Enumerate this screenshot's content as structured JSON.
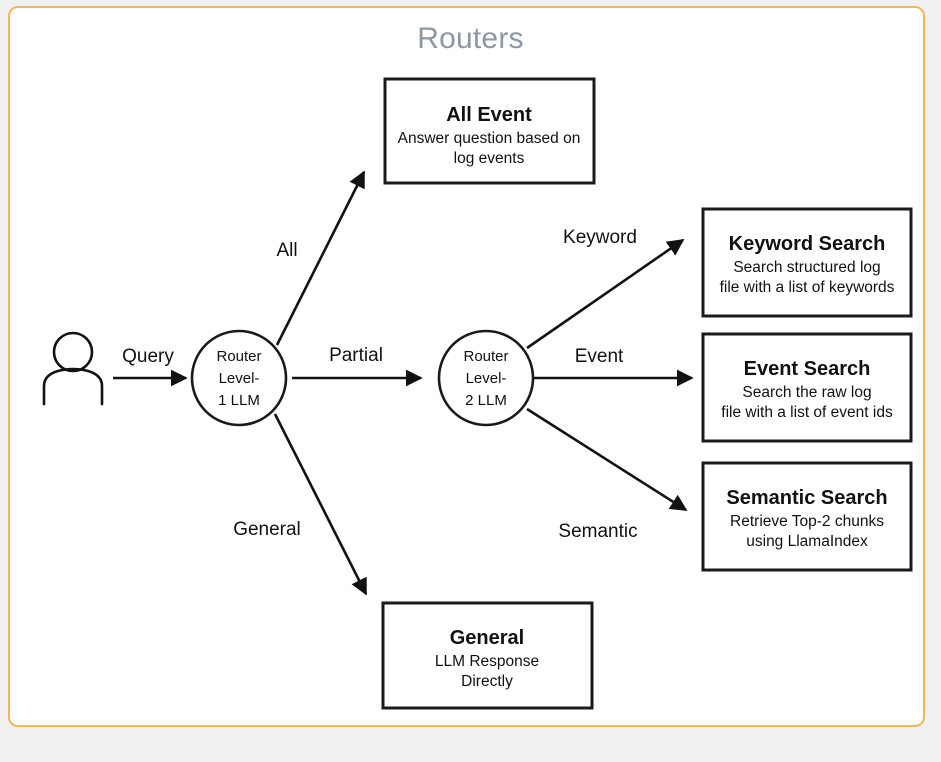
{
  "diagram": {
    "title": "Routers",
    "title_color": "#8c98a4",
    "frame_border_color": "#f5b45c",
    "page_background": "#f1f1f1",
    "canvas_background": "#ffffff",
    "stroke_color": "#121212"
  },
  "actor": {
    "icon": "person-icon",
    "edge_label": "Query"
  },
  "routers": [
    {
      "id": "router-level-1",
      "line1": "Router",
      "line2": "Level-",
      "line3": "1 LLM"
    },
    {
      "id": "router-level-2",
      "line1": "Router",
      "line2": "Level-",
      "line3": "2 LLM"
    }
  ],
  "edge_labels": {
    "query": "Query",
    "all": "All",
    "partial": "Partial",
    "general": "General",
    "keyword": "Keyword",
    "event": "Event",
    "semantic": "Semantic"
  },
  "boxes": [
    {
      "id": "all-event",
      "title": "All Event",
      "sub_line1": "Answer question based on",
      "sub_line2": "log events"
    },
    {
      "id": "keyword-search",
      "title": "Keyword Search",
      "sub_line1": "Search structured log",
      "sub_line2": "file with a list of keywords"
    },
    {
      "id": "event-search",
      "title": "Event Search",
      "sub_line1": "Search the raw log",
      "sub_line2": "file  with a list of event ids"
    },
    {
      "id": "semantic-search",
      "title": "Semantic Search",
      "sub_line1": "Retrieve Top-2 chunks",
      "sub_line2": "using LlamaIndex"
    },
    {
      "id": "general",
      "title": "General",
      "sub_line1": "LLM Response",
      "sub_line2": "Directly"
    }
  ]
}
